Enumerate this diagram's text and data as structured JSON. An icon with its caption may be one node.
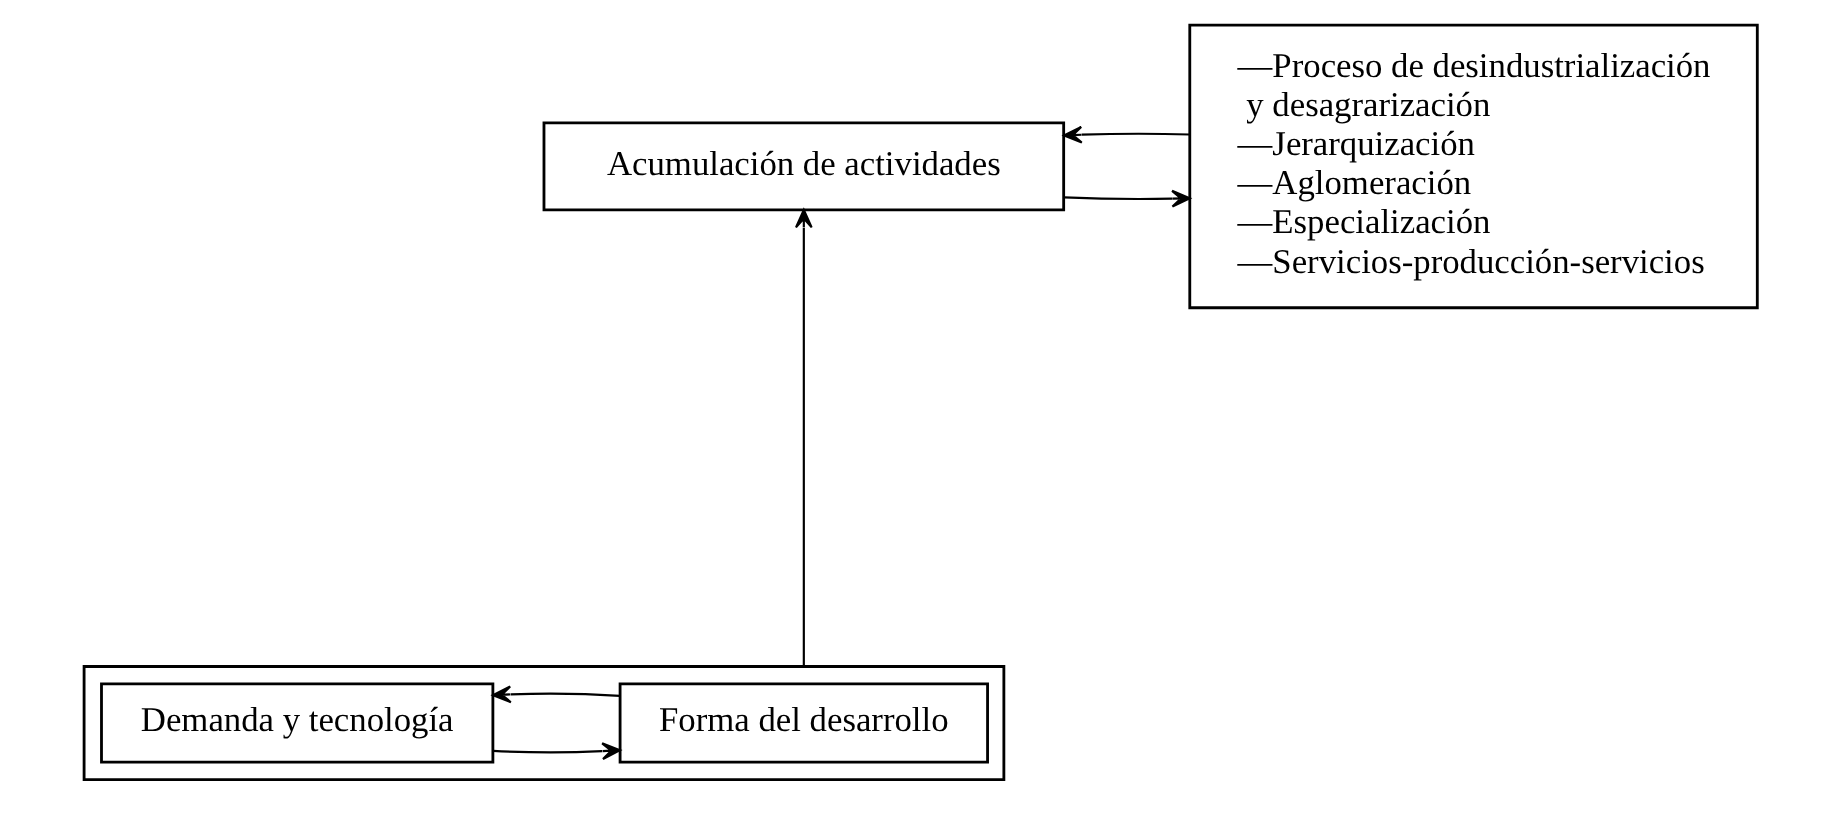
{
  "diagram": {
    "nodes": [
      {
        "text": [
          "Acumulación de actividades"
        ]
      },
      {
        "text": [
          "—Proceso de desindustrialización y desagrarización",
          "—Jerarquización",
          "—Aglomeración",
          "—Especialización",
          "—Servicios-producción-servicios"
        ]
      },
      {
        "text": [],
        "shape": "box"
      },
      {
        "text": [
          "Forma del desarrollo"
        ],
        "in": 2
      },
      {
        "text": [
          "Demanda y tecnología"
        ],
        "in": 2
      }
    ],
    "edges": [
      {
        "from": 1,
        "to": 0,
        "arrow": "to"
      },
      {
        "from": 0,
        "to": 1,
        "arrow": "to"
      },
      {
        "from": 2,
        "to": 0,
        "arrow": "to"
      },
      {
        "from": 3,
        "to": 4,
        "arrow": "to"
      },
      {
        "from": 4,
        "to": 3,
        "arrow": "to"
      }
    ]
  }
}
